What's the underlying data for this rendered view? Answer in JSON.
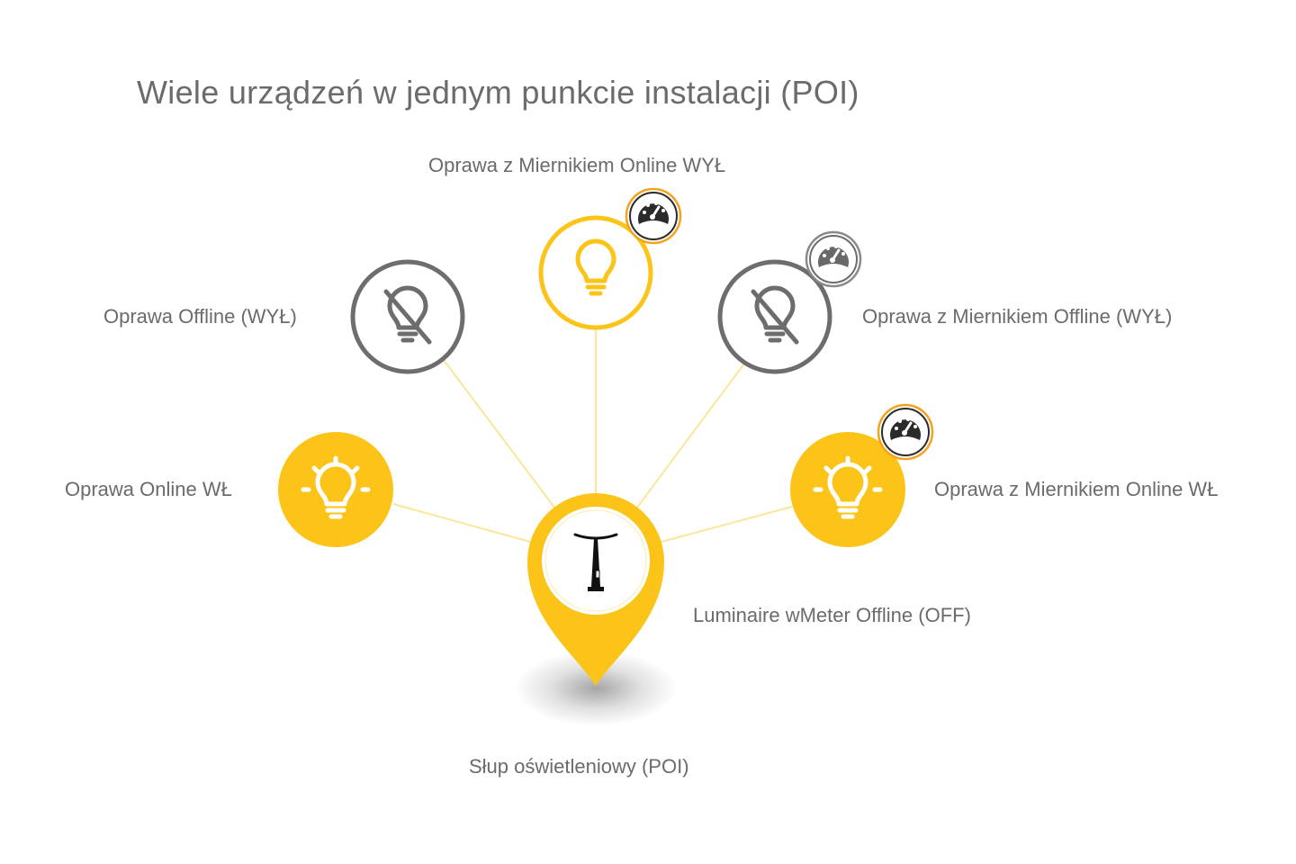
{
  "title": "Wiele urządzeń w jednym punkcie instalacji (POI)",
  "colors": {
    "accent": "#fcc419",
    "offline": "#6d6d6d",
    "connector": "#f9e79a",
    "meter_ring_online": "#f7a21b",
    "meter_ring_offline": "#8a8a8a",
    "text": "#6b6b6b"
  },
  "nodes": {
    "top": {
      "label": "Oprawa z Miernikiem Online WYŁ",
      "state": "online-off",
      "meter": "online",
      "icon": "lightbulb-outline-icon"
    },
    "left_upper": {
      "label": "Oprawa Offline (WYŁ)",
      "state": "offline",
      "meter": "none",
      "icon": "lightbulb-off-icon"
    },
    "right_upper": {
      "label": "Oprawa z Miernikiem Offline (WYŁ)",
      "state": "offline",
      "meter": "offline",
      "icon": "lightbulb-off-icon"
    },
    "left_lower": {
      "label": "Oprawa Online WŁ",
      "state": "online-on",
      "meter": "none",
      "icon": "lightbulb-on-icon"
    },
    "right_lower": {
      "label": "Oprawa z Miernikiem Online WŁ",
      "state": "online-on",
      "meter": "online",
      "icon": "lightbulb-on-icon"
    }
  },
  "luminaire_label": "Luminaire wMeter Offline (OFF)",
  "poi": {
    "label": "Słup oświetleniowy (POI)",
    "icon": "street-lamp-icon"
  }
}
